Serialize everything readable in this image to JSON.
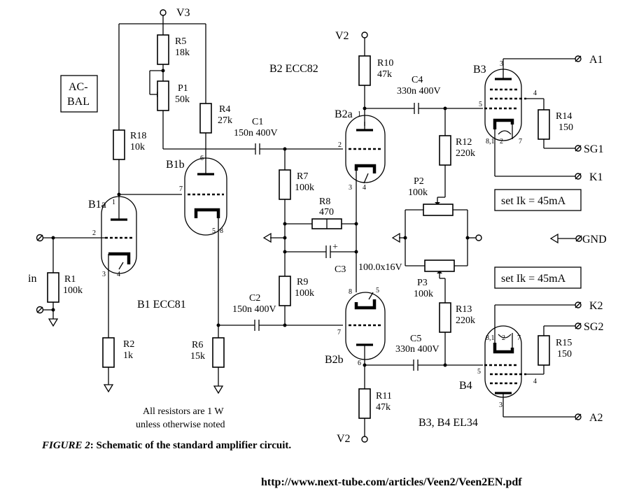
{
  "labels": {
    "v3": "V3",
    "v2_top": "V2",
    "v2_bottom": "V2",
    "acbal_1": "AC-",
    "acbal_2": "BAL",
    "b2_type": "B2 ECC82",
    "b1_type": "B1 ECC81",
    "b34_type": "B3, B4 EL34",
    "b1a": "B1a",
    "b1b": "B1b",
    "b2a": "B2a",
    "b2b": "B2b",
    "b3": "B3",
    "b4": "B4",
    "in": "in",
    "gnd": "GND",
    "a1": "A1",
    "a2": "A2",
    "k1": "K1",
    "k2": "K2",
    "sg1": "SG1",
    "sg2": "SG2",
    "set_ik_1": "set Ik = 45mA",
    "set_ik_2": "set Ik = 45mA",
    "note_1": "All resistors are 1 W",
    "note_2": "unless otherwise noted"
  },
  "components": {
    "r1": {
      "name": "R1",
      "value": "100k"
    },
    "r2": {
      "name": "R2",
      "value": "1k"
    },
    "r4": {
      "name": "R4",
      "value": "27k"
    },
    "r5": {
      "name": "R5",
      "value": "18k"
    },
    "r6": {
      "name": "R6",
      "value": "15k"
    },
    "r7": {
      "name": "R7",
      "value": "100k"
    },
    "r8": {
      "name": "R8",
      "value": "470"
    },
    "r9": {
      "name": "R9",
      "value": "100k"
    },
    "r10": {
      "name": "R10",
      "value": "47k"
    },
    "r11": {
      "name": "R11",
      "value": "47k"
    },
    "r12": {
      "name": "R12",
      "value": "220k"
    },
    "r13": {
      "name": "R13",
      "value": "220k"
    },
    "r14": {
      "name": "R14",
      "value": "150"
    },
    "r15": {
      "name": "R15",
      "value": "150"
    },
    "r18": {
      "name": "R18",
      "value": "10k"
    },
    "p1": {
      "name": "P1",
      "value": "50k"
    },
    "p2": {
      "name": "P2",
      "value": "100k"
    },
    "p3": {
      "name": "P3",
      "value": "100k"
    },
    "c1": {
      "name": "C1",
      "value": "150n 400V"
    },
    "c2": {
      "name": "C2",
      "value": "150n 400V"
    },
    "c3": {
      "name": "C3",
      "value": "100.0x16V"
    },
    "c4": {
      "name": "C4",
      "value": "330n 400V"
    },
    "c5": {
      "name": "C5",
      "value": "330n 400V"
    }
  },
  "pins": {
    "p1": "1",
    "p2": "2",
    "p3": "3",
    "p4": "4",
    "p5": "5",
    "p6": "6",
    "p7": "7",
    "p8": "8",
    "p81": "8,1"
  },
  "caption": {
    "figure": "FIGURE 2",
    "text": ": Schematic of the standard amplifier circuit."
  },
  "url": "http://www.next-tube.com/articles/Veen2/Veen2EN.pdf"
}
